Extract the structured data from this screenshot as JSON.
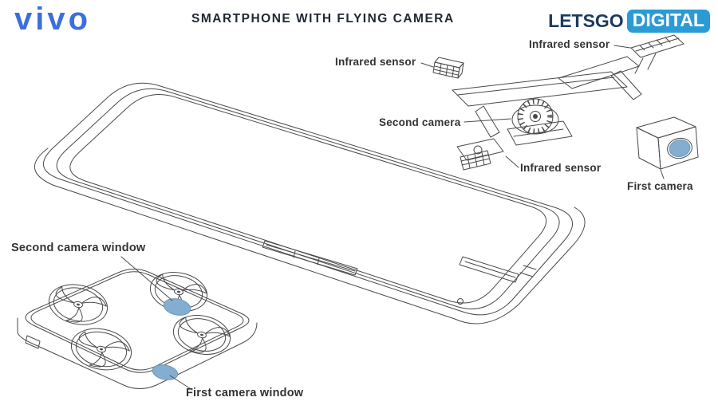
{
  "header": {
    "vivo_logo": "vivo",
    "title": "SMARTPHONE WITH FLYING CAMERA",
    "letsgo": "LETSGO",
    "digital": "DIGITAL"
  },
  "labels": {
    "infrared_sensor_left": "Infrared sensor",
    "infrared_sensor_top": "Infrared sensor",
    "infrared_sensor_bottom": "Infrared sensor",
    "second_camera": "Second camera",
    "first_camera": "First camera",
    "second_camera_window": "Second camera window",
    "first_camera_window": "First camera window"
  },
  "colors": {
    "vivo_blue": "#3b6fdc",
    "letsgo_navy": "#1c3a5e",
    "digital_blue": "#2a9bd5",
    "line": "#4a4a4a",
    "accent_oval": "#84aecf",
    "accent_oval_stroke": "#6e97b8",
    "label_text": "#333333",
    "title_text": "#1f2733"
  }
}
